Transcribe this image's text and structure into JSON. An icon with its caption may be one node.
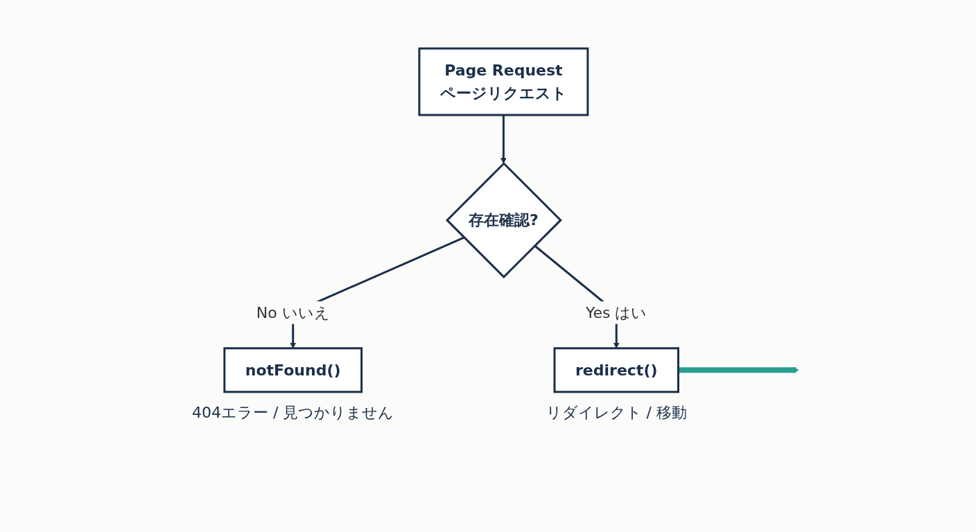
{
  "diagram": {
    "nodes": [
      {
        "text": [
          "Page Request",
          "ページリクエスト"
        ]
      },
      {
        "text": [
          "存在確認?"
        ]
      },
      {
        "text": [
          "notFound()"
        ],
        "beside": [
          "404エラー / 見つかりません"
        ]
      },
      {
        "text": [
          "redirect()"
        ],
        "beside": [
          "リダイレクト / 移動"
        ]
      }
    ],
    "edges": [
      {
        "from": 0,
        "to": 1,
        "arrow": "to"
      },
      {
        "from": 1,
        "to": 2,
        "label": "No いいえ",
        "arrow": "to"
      },
      {
        "from": 1,
        "to": 3,
        "label": "Yes はい",
        "arrow": "to"
      },
      {
        "from": 3,
        "to": null,
        "arrow": "to",
        "style": "thick",
        "color": "#2a9d8f"
      }
    ]
  }
}
